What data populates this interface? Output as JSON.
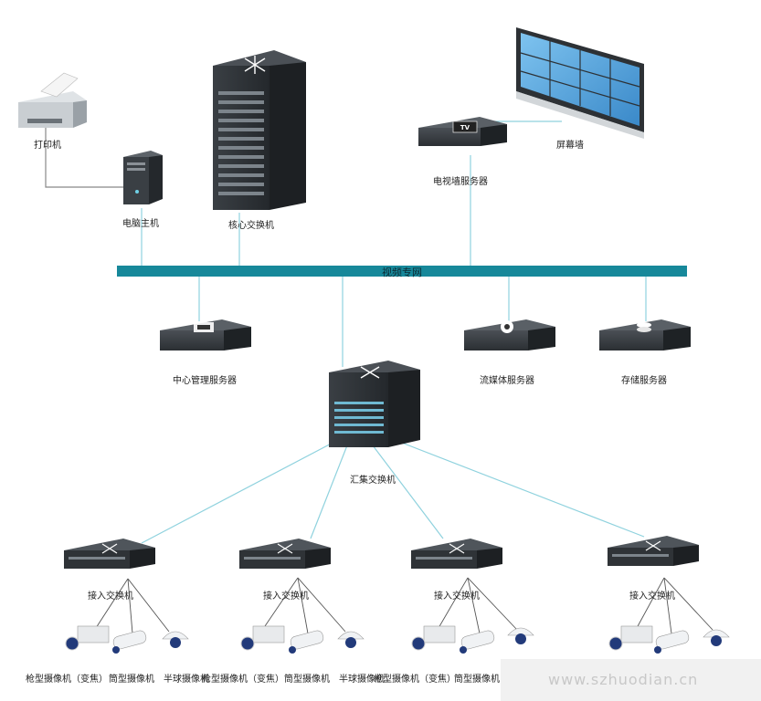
{
  "bus": {
    "label": "视频专网",
    "color": "#17889a"
  },
  "link_color": "#8fd2de",
  "nodes": {
    "printer": "打印机",
    "pc": "电脑主机",
    "core_switch": "核心交换机",
    "tv_server": "电视墙服务器",
    "screen_wall": "屏幕墙",
    "mgmt_server": "中心管理服务器",
    "media_server": "流媒体服务器",
    "storage_server": "存储服务器",
    "agg_switch": "汇集交换机"
  },
  "access_switches": [
    {
      "label": "接入交换机"
    },
    {
      "label": "接入交换机"
    },
    {
      "label": "接入交换机"
    },
    {
      "label": "接入交换机"
    }
  ],
  "cameras": {
    "g1": [
      "枪型摄像机（变焦）",
      "筒型摄像机",
      "半球摄像机"
    ],
    "g2": [
      "枪型摄像机（变焦）",
      "筒型摄像机",
      "半球摄像机"
    ],
    "g3": [
      "枪型摄像机（变焦）",
      "筒型摄像机"
    ]
  },
  "watermark": "www.szhuodian.cn"
}
